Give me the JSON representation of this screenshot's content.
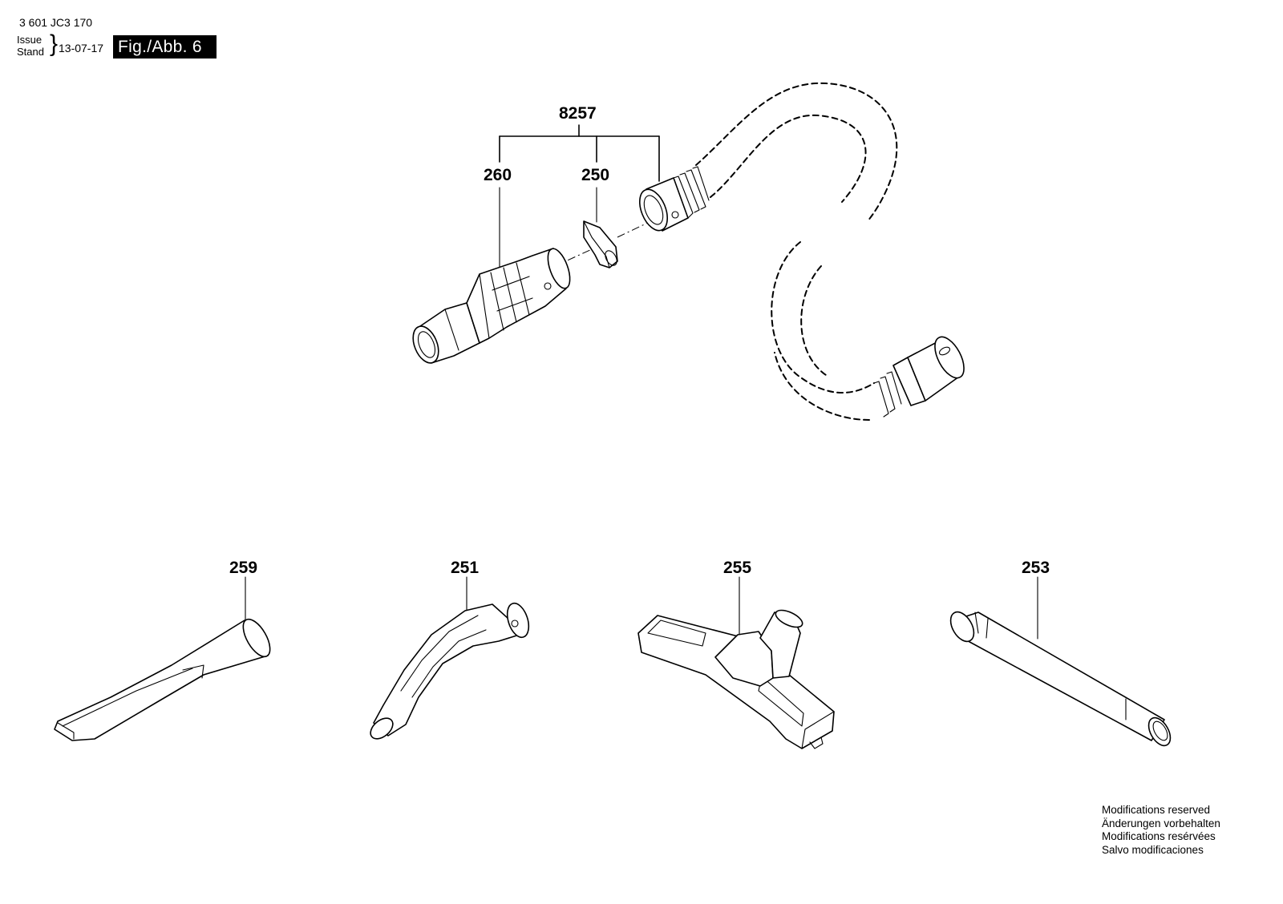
{
  "header": {
    "doc_number": "3 601 JC3 170",
    "issue_label": "Issue",
    "stand_label": "Stand",
    "issue_date": "13-07-17",
    "figure_label": "Fig./Abb. 6"
  },
  "parts": {
    "assembly": "8257",
    "adapter": "260",
    "clip": "250",
    "crevice_nozzle": "259",
    "bent_handle": "251",
    "floor_nozzle": "255",
    "extension_tube": "253"
  },
  "notes": [
    "Modifications reserved",
    "Änderungen vorbehalten",
    "Modifications resérvées",
    "Salvo modificaciones"
  ]
}
